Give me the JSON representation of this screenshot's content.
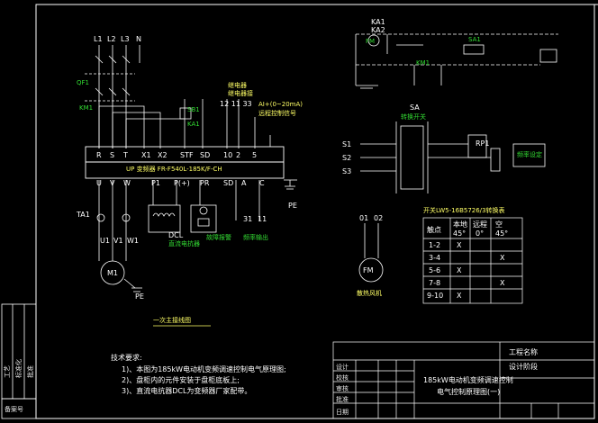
{
  "sidebar": {
    "col1": "工艺",
    "col2": "标准化",
    "col3": "批准",
    "bottom": "备案号"
  },
  "power": {
    "l1": "L1",
    "l2": "L2",
    "l3": "L3",
    "n": "N",
    "qf": "QF1",
    "km": "KM1"
  },
  "control": {
    "sb": "SB1",
    "ka": "KA1",
    "relay_heading": "继电器",
    "relay_sub": "继电器接",
    "terms": "12  11  33",
    "signal_note_1": "AI+(0~20mA)",
    "signal_note_2": "远程控制信号",
    "pe": "PE"
  },
  "vfd": {
    "top_terminals": [
      "R",
      "S",
      "T",
      "X1",
      "X2",
      "STF",
      "SD",
      "10",
      "2",
      "5"
    ],
    "model": "UP 变频器 FR-F540L-185K/F-CH",
    "bottom_terminals": [
      "U",
      "V",
      "W",
      "P1",
      "P(+)",
      "PR",
      "SD",
      "A",
      "C"
    ]
  },
  "output": {
    "ta": "TA1",
    "u1": "U1",
    "v1": "V1",
    "w1": "W1",
    "m1": "M1",
    "pe": "PE",
    "dcl": "DCL",
    "dcl_desc": "直流电抗器",
    "fault": "故障报警",
    "t31": "31",
    "t11": "11",
    "freq": "频率输出"
  },
  "titles": {
    "main_circuit": "一次主接线图"
  },
  "topright": {
    "fm": "FM",
    "ka1": "KA1",
    "ka2": "KA2",
    "km": "KM1",
    "sa": "SA1"
  },
  "selector": {
    "sa": "SA",
    "desc": "转换开关",
    "s1": "S1",
    "s2": "S2",
    "s3": "S3",
    "rp1": "RP1",
    "freq_set": "频率设定"
  },
  "truth_table": {
    "title": "开关LW5-16B5726/3转换表",
    "header": [
      "触点",
      "本地",
      "远程",
      "空"
    ],
    "header2": [
      "45°",
      "0°",
      "45°"
    ],
    "rows": [
      {
        "contacts": "1-2",
        "pos1": "X",
        "pos2": "",
        "pos3": ""
      },
      {
        "contacts": "3-4",
        "pos1": "",
        "pos2": "",
        "pos3": "X"
      },
      {
        "contacts": "5-6",
        "pos1": "X",
        "pos2": "",
        "pos3": ""
      },
      {
        "contacts": "7-8",
        "pos1": "",
        "pos2": "",
        "pos3": "X"
      },
      {
        "contacts": "9-10",
        "pos1": "X",
        "pos2": "",
        "pos3": ""
      }
    ]
  },
  "fan": {
    "t01": "01",
    "t02": "02",
    "fm": "FM",
    "desc": "散热风机"
  },
  "tech": {
    "title": "技术要求:",
    "items": [
      "1)、本图为185kW电动机变频调速控制电气原理图;",
      "2)、盘柜内的元件安装于盘柜底板上;",
      "3)、直流电抗器DCL为变频器厂家配带。"
    ]
  },
  "title_block": {
    "company": "工程名称",
    "heading": "185kW电动机变频调速控制",
    "subtitle": "电气控制原理图(一)",
    "label": "设计阶段",
    "rows": [
      "设计",
      "校核",
      "审核",
      "批准",
      "日期"
    ]
  }
}
